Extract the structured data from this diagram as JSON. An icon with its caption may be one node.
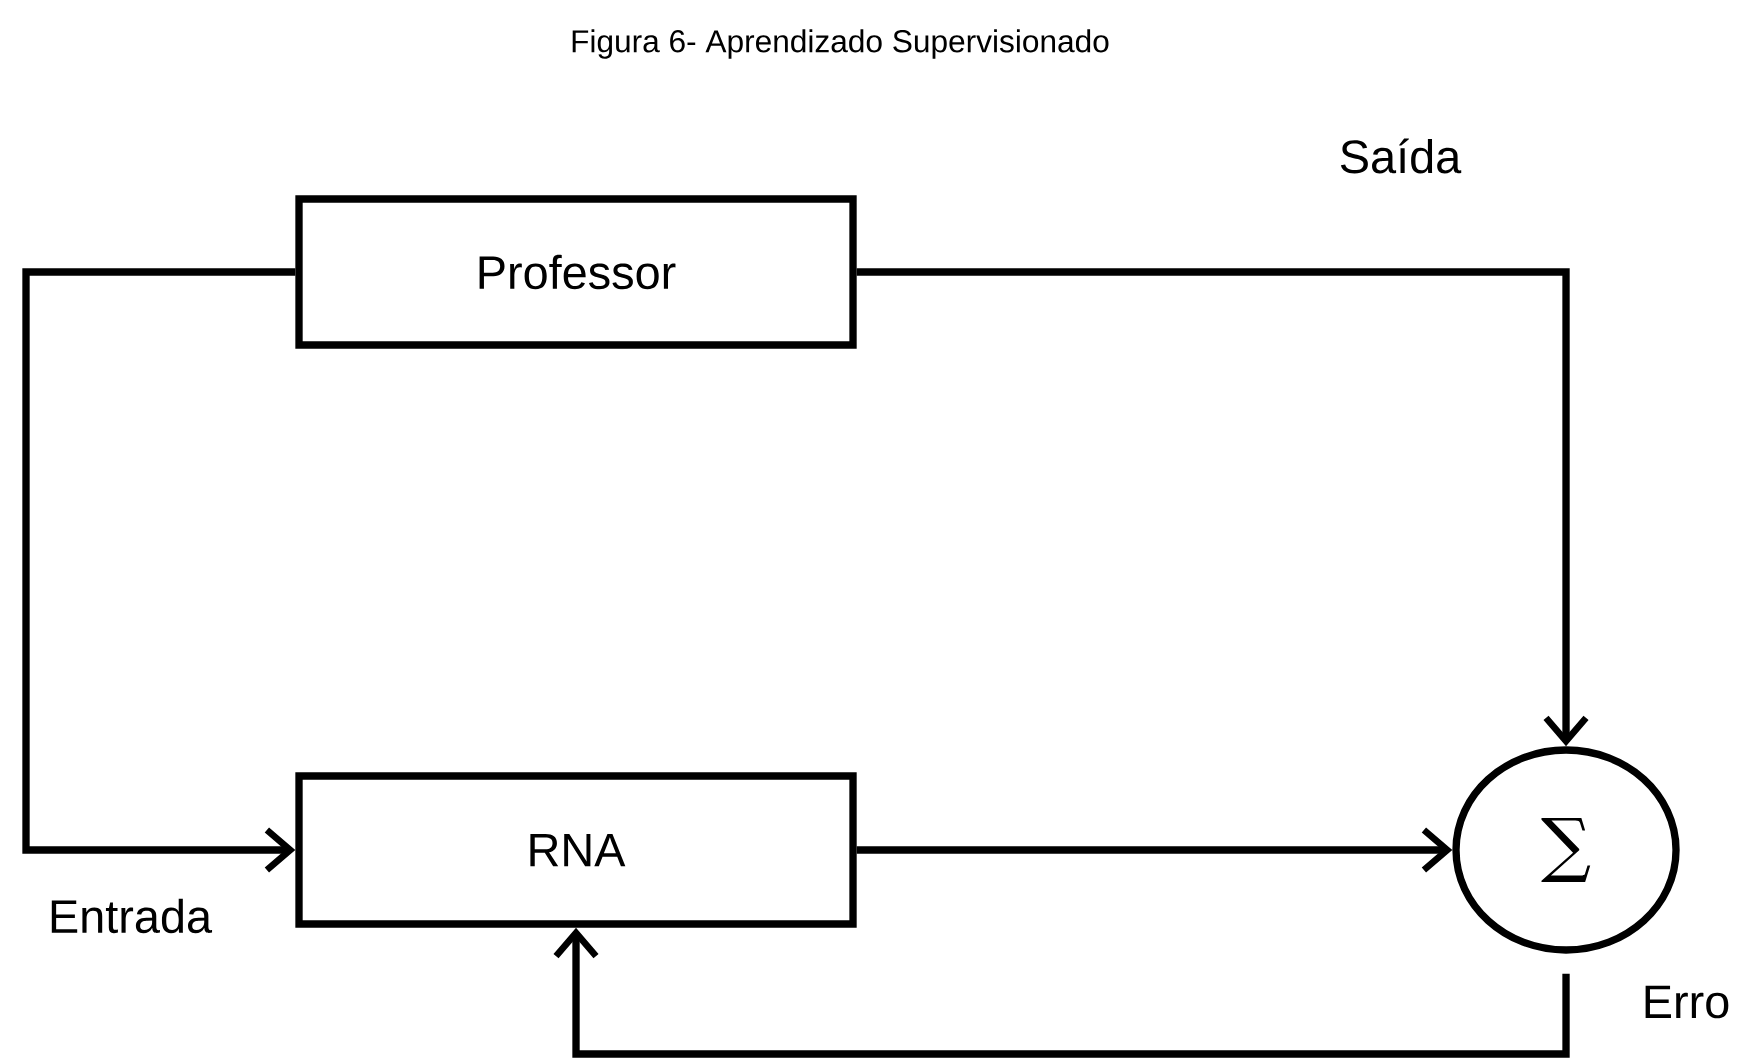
{
  "diagram": {
    "title": "Figura 6- Aprendizado Supervisionado",
    "nodes": [
      {
        "text": [
          "Professor"
        ]
      },
      {
        "text": [
          "RNA"
        ]
      },
      {
        "text": [
          "∑"
        ]
      }
    ],
    "edges": [
      {
        "from": 0,
        "to": 1,
        "arrow": "to",
        "label": "Entrada"
      },
      {
        "from": 0,
        "to": 2,
        "arrow": "to",
        "label": "Saída"
      },
      {
        "from": 1,
        "to": 2,
        "arrow": "to"
      },
      {
        "from": 2,
        "to": 1,
        "arrow": "to",
        "label": "Erro"
      }
    ]
  }
}
